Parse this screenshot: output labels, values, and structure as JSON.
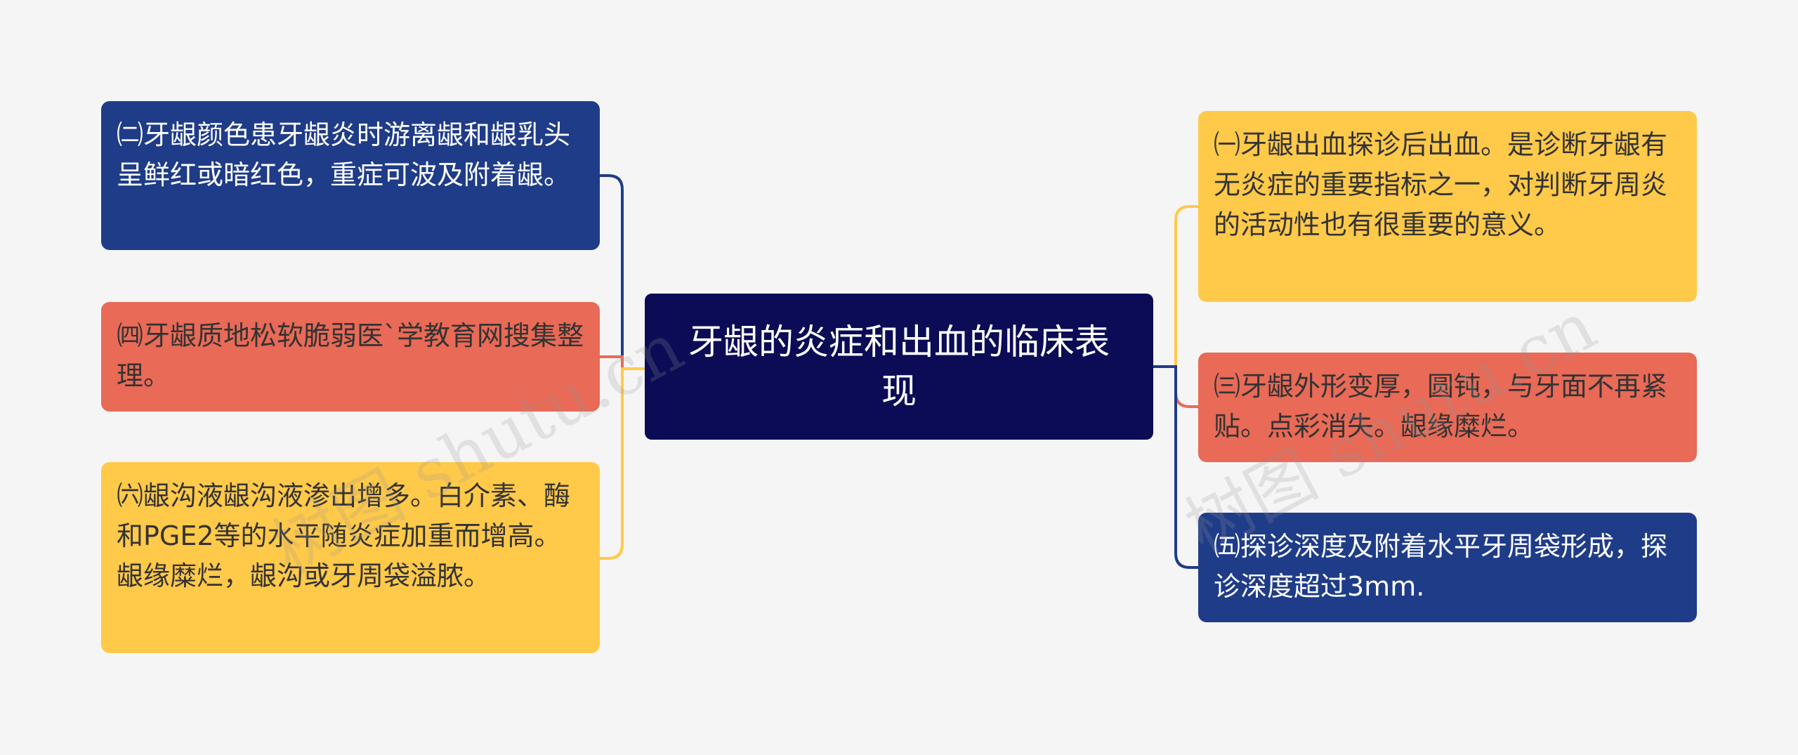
{
  "central": {
    "text": "牙龈的炎症和出血的临床表现"
  },
  "branches": {
    "left": [
      {
        "text": "㈡牙龈颜色患牙龈炎时游离龈和龈乳头呈鲜红或暗红色，重症可波及附着龈。"
      },
      {
        "text": "㈣牙龈质地松软脆弱医`学教育网搜集整理。"
      },
      {
        "text": "㈥龈沟液龈沟液渗出增多。白介素、酶和PGE2等的水平随炎症加重而增高。龈缘糜烂，龈沟或牙周袋溢脓。"
      }
    ],
    "right": [
      {
        "text": "㈠牙龈出血探诊后出血。是诊断牙龈有无炎症的重要指标之一，对判断牙周炎的活动性也有很重要的意义。"
      },
      {
        "text": "㈢牙龈外形变厚，圆钝，与牙面不再紧贴。点彩消失。龈缘糜烂。"
      },
      {
        "text": "㈤探诊深度及附着水平牙周袋形成，探诊深度超过3mm."
      }
    ]
  },
  "colors": {
    "background": "#f5f5f5",
    "central_fill": "#0b0c55",
    "central_text": "#ffffff",
    "blue_fill": "#1f3c88",
    "blue_text": "#ffffff",
    "red_fill": "#e86a57",
    "red_text": "#333333",
    "yellow_fill": "#ffc94a",
    "yellow_text": "#333333"
  },
  "watermarks": [
    {
      "text": "树图 shutu.cn"
    },
    {
      "text": "树图 shutu.cn"
    }
  ]
}
